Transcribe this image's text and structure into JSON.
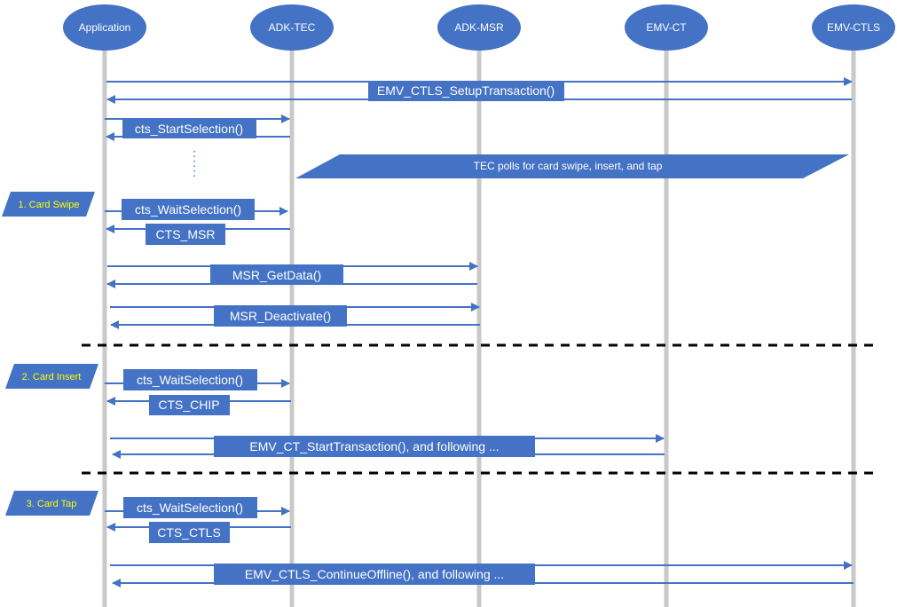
{
  "colors": {
    "actor_fill": "#4472c4",
    "lifeline": "#c9c9c9",
    "arrow": "#4472c4",
    "label_fill": "#4472c4",
    "label_text": "#ffffff",
    "case_text": "#ffff00",
    "separator": "#000000"
  },
  "actors": [
    {
      "id": "app",
      "label": "Application"
    },
    {
      "id": "tec",
      "label": "ADK-TEC"
    },
    {
      "id": "msr",
      "label": "ADK-MSR"
    },
    {
      "id": "ct",
      "label": "EMV-CT"
    },
    {
      "id": "ctls",
      "label": "EMV-CTLS"
    }
  ],
  "messages": [
    {
      "label": "EMV_CTLS_SetupTransaction()"
    },
    {
      "label": "cts_StartSelection()"
    },
    {
      "label": "cts_WaitSelection()"
    },
    {
      "label": "CTS_MSR"
    },
    {
      "label": "MSR_GetData()"
    },
    {
      "label": "MSR_Deactivate()"
    },
    {
      "label": "cts_WaitSelection()"
    },
    {
      "label": "CTS_CHIP"
    },
    {
      "label": "EMV_CT_StartTransaction(), and following ..."
    },
    {
      "label": "cts_WaitSelection()"
    },
    {
      "label": "CTS_CTLS"
    },
    {
      "label": "EMV_CTLS_ContinueOffline(), and following ..."
    }
  ],
  "note": {
    "label": "TEC polls for card swipe, insert, and tap"
  },
  "cases": [
    {
      "label": "1. Card Swipe"
    },
    {
      "label": "2. Card Insert"
    },
    {
      "label": "3. Card Tap"
    }
  ]
}
